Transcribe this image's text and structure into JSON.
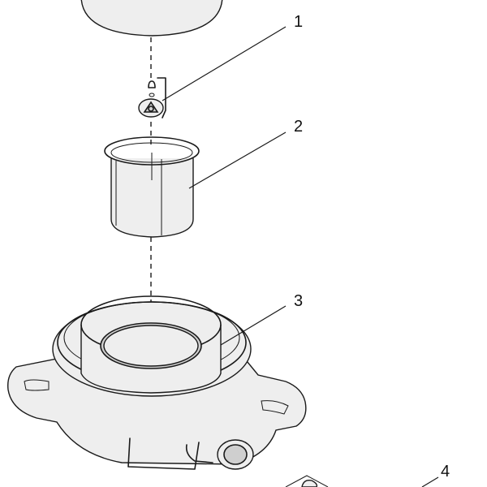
{
  "diagram": {
    "callouts": [
      {
        "label": "1"
      },
      {
        "label": "2"
      },
      {
        "label": "3"
      },
      {
        "label": "4"
      }
    ]
  }
}
